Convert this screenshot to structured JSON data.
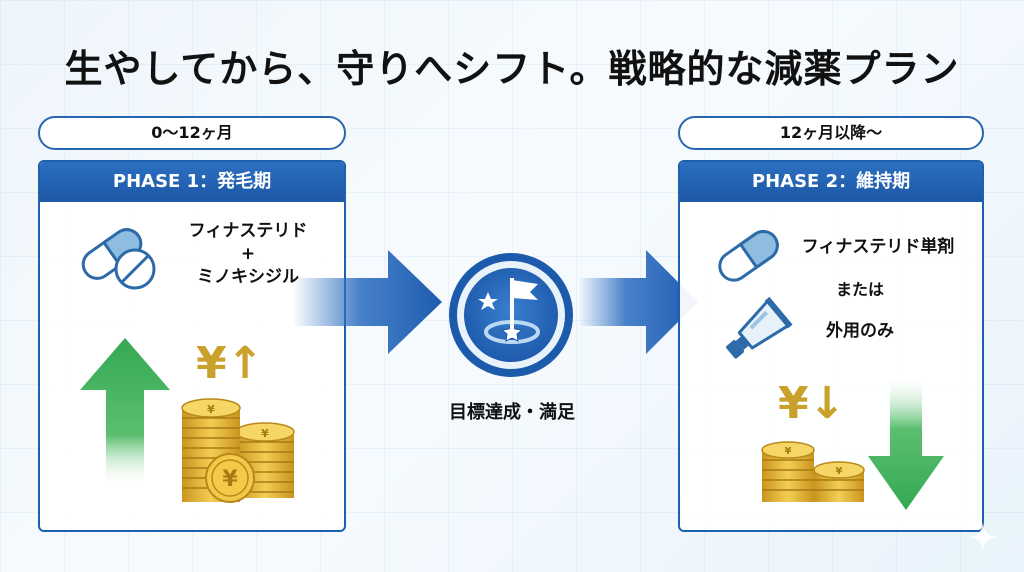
{
  "title": "生やしてから、守りへシフト。戦略的な減薬プラン",
  "phase1": {
    "period": "0〜12ヶ月",
    "header": "PHASE 1：発毛期",
    "drug_line1": "フィナステリド",
    "drug_plus": "+",
    "drug_line2": "ミノキシジル",
    "cost_symbol": "¥",
    "cost_arrow": "↑"
  },
  "center": {
    "caption": "目標達成・満足"
  },
  "phase2": {
    "period": "12ヶ月以降〜",
    "header": "PHASE 2：維持期",
    "drug_line1": "フィナステリド単剤",
    "or_text": "または",
    "drug_line2": "外用のみ",
    "cost_symbol": "¥",
    "cost_arrow": "↓"
  },
  "colors": {
    "primary_blue": "#1f5fae",
    "growth_green": "#3aa655",
    "coin_gold": "#e2b63a"
  },
  "icons": [
    "pill-capsule-icon",
    "pill-tablet-icon",
    "green-up-arrow-icon",
    "coin-stack-icon",
    "goal-flag-icon",
    "ointment-tube-icon",
    "green-down-arrow-icon",
    "sparkle-icon"
  ]
}
